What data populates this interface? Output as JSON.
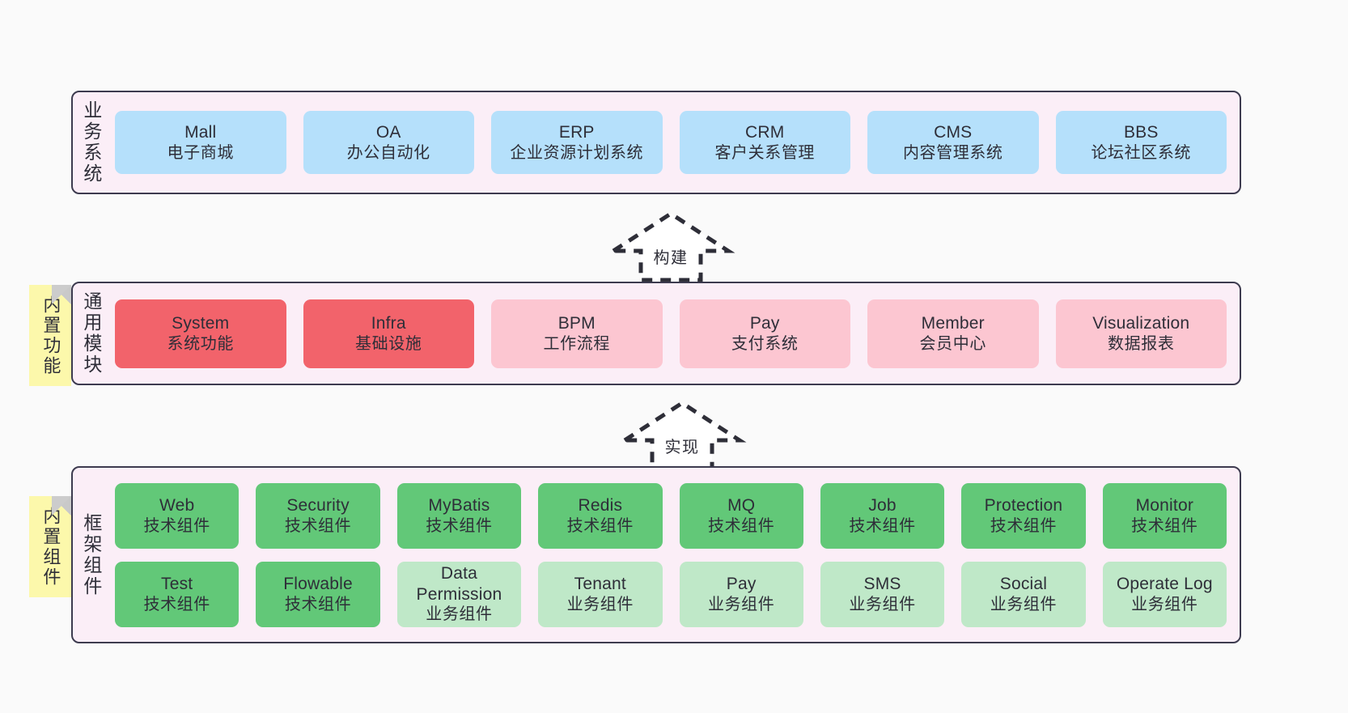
{
  "diagram": {
    "background": "#fafafa",
    "panel_bg": "#fbeef7",
    "panel_border": "#3d3b4f",
    "note_bg": "#fcf8ab"
  },
  "layers": [
    {
      "id": "business-system",
      "title": "业务系统",
      "note": null,
      "rows": [
        {
          "cards": [
            {
              "en": "Mall",
              "cn": "电子商城",
              "color": "#b5e0fb",
              "tone": "blue"
            },
            {
              "en": "OA",
              "cn": "办公自动化",
              "color": "#b5e0fb",
              "tone": "blue"
            },
            {
              "en": "ERP",
              "cn": "企业资源计划系统",
              "color": "#b5e0fb",
              "tone": "blue"
            },
            {
              "en": "CRM",
              "cn": "客户关系管理",
              "color": "#b5e0fb",
              "tone": "blue"
            },
            {
              "en": "CMS",
              "cn": "内容管理系统",
              "color": "#b5e0fb",
              "tone": "blue"
            },
            {
              "en": "BBS",
              "cn": "论坛社区系统",
              "color": "#b5e0fb",
              "tone": "blue"
            }
          ]
        }
      ]
    },
    {
      "id": "common-module",
      "title": "通用模块",
      "note": "内置功能",
      "rows": [
        {
          "cards": [
            {
              "en": "System",
              "cn": "系统功能",
              "color": "#f2636b",
              "tone": "red"
            },
            {
              "en": "Infra",
              "cn": "基础设施",
              "color": "#f2636b",
              "tone": "red"
            },
            {
              "en": "BPM",
              "cn": "工作流程",
              "color": "#fcc6d1",
              "tone": "pink"
            },
            {
              "en": "Pay",
              "cn": "支付系统",
              "color": "#fcc6d1",
              "tone": "pink"
            },
            {
              "en": "Member",
              "cn": "会员中心",
              "color": "#fcc6d1",
              "tone": "pink"
            },
            {
              "en": "Visualization",
              "cn": "数据报表",
              "color": "#fcc6d1",
              "tone": "pink"
            }
          ]
        }
      ]
    },
    {
      "id": "framework-component",
      "title": "框架组件",
      "note": "内置组件",
      "rows": [
        {
          "cards": [
            {
              "en": "Web",
              "cn": "技术组件",
              "color": "#62c878",
              "tone": "green"
            },
            {
              "en": "Security",
              "cn": "技术组件",
              "color": "#62c878",
              "tone": "green"
            },
            {
              "en": "MyBatis",
              "cn": "技术组件",
              "color": "#62c878",
              "tone": "green"
            },
            {
              "en": "Redis",
              "cn": "技术组件",
              "color": "#62c878",
              "tone": "green"
            },
            {
              "en": "MQ",
              "cn": "技术组件",
              "color": "#62c878",
              "tone": "green"
            },
            {
              "en": "Job",
              "cn": "技术组件",
              "color": "#62c878",
              "tone": "green"
            },
            {
              "en": "Protection",
              "cn": "技术组件",
              "color": "#62c878",
              "tone": "green"
            },
            {
              "en": "Monitor",
              "cn": "技术组件",
              "color": "#62c878",
              "tone": "green"
            }
          ]
        },
        {
          "cards": [
            {
              "en": "Test",
              "cn": "技术组件",
              "color": "#62c878",
              "tone": "green"
            },
            {
              "en": "Flowable",
              "cn": "技术组件",
              "color": "#62c878",
              "tone": "green"
            },
            {
              "en": "Data Permission",
              "cn": "业务组件",
              "color": "#bfe8c8",
              "tone": "lightgreen"
            },
            {
              "en": "Tenant",
              "cn": "业务组件",
              "color": "#bfe8c8",
              "tone": "lightgreen"
            },
            {
              "en": "Pay",
              "cn": "业务组件",
              "color": "#bfe8c8",
              "tone": "lightgreen"
            },
            {
              "en": "SMS",
              "cn": "业务组件",
              "color": "#bfe8c8",
              "tone": "lightgreen"
            },
            {
              "en": "Social",
              "cn": "业务组件",
              "color": "#bfe8c8",
              "tone": "lightgreen"
            },
            {
              "en": "Operate Log",
              "cn": "业务组件",
              "color": "#bfe8c8",
              "tone": "lightgreen"
            }
          ]
        }
      ]
    }
  ],
  "arrows": [
    {
      "id": "build-arrow",
      "label": "构建",
      "direction": "up"
    },
    {
      "id": "implement-arrow",
      "label": "实现",
      "direction": "up"
    }
  ]
}
